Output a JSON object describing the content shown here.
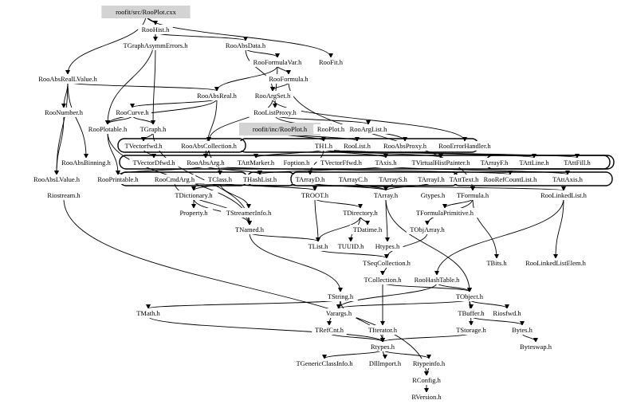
{
  "title": "Include dependency graph for roofit/src/RooPlot.cxx",
  "colors": {
    "highlight": "#d3d3d3",
    "line": "#000000",
    "background": "#ffffff"
  },
  "nodes": [
    {
      "id": "RooPlot_cxx",
      "label": "roofit/src/RooPlot.cxx",
      "highlight": true
    },
    {
      "id": "RooHist",
      "label": "RooHist.h"
    },
    {
      "id": "TGraphAsymmErrors",
      "label": "TGraphAsymmErrors.h"
    },
    {
      "id": "RooAbsData",
      "label": "RooAbsData.h"
    },
    {
      "id": "RooFormulaVar",
      "label": "RooFormulaVar.h"
    },
    {
      "id": "RooFit",
      "label": "RooFit.h"
    },
    {
      "id": "RooAbsRealLValue",
      "label": "RooAbsRealLValue.h"
    },
    {
      "id": "RooFormula",
      "label": "RooFormula.h"
    },
    {
      "id": "RooAbsReal",
      "label": "RooAbsReal.h"
    },
    {
      "id": "RooArgSet",
      "label": "RooArgSet.h"
    },
    {
      "id": "RooNumber",
      "label": "RooNumber.h"
    },
    {
      "id": "RooCurve",
      "label": "RooCurve.h"
    },
    {
      "id": "RooListProxy",
      "label": "RooListProxy.h"
    },
    {
      "id": "RooPlotable",
      "label": "RooPlotable.h"
    },
    {
      "id": "TGraph",
      "label": "TGraph.h"
    },
    {
      "id": "RooPlot_inc",
      "label": "roofit/inc/RooPlot.h",
      "highlight": true
    },
    {
      "id": "RooPlot",
      "label": "RooPlot.h"
    },
    {
      "id": "RooArgList",
      "label": "RooArgList.h"
    },
    {
      "id": "TVectorfwd",
      "label": "TVectorfwd.h"
    },
    {
      "id": "RooAbsCollection",
      "label": "RooAbsCollection.h"
    },
    {
      "id": "TH1",
      "label": "TH1.h"
    },
    {
      "id": "RooList",
      "label": "RooList.h"
    },
    {
      "id": "RooAbsProxy",
      "label": "RooAbsProxy.h"
    },
    {
      "id": "RooErrorHandler",
      "label": "RooErrorHandler.h"
    },
    {
      "id": "RooAbsBinning",
      "label": "RooAbsBinning.h"
    },
    {
      "id": "TVectorDfwd",
      "label": "TVectorDfwd.h"
    },
    {
      "id": "RooAbsArg",
      "label": "RooAbsArg.h"
    },
    {
      "id": "TAttMarker",
      "label": "TAttMarker.h"
    },
    {
      "id": "Foption",
      "label": "Foption.h"
    },
    {
      "id": "TVectorFfwd",
      "label": "TVectorFfwd.h"
    },
    {
      "id": "TAxis",
      "label": "TAxis.h"
    },
    {
      "id": "TVirtualHistPainter",
      "label": "TVirtualHistPainter.h"
    },
    {
      "id": "TArrayF",
      "label": "TArrayF.h"
    },
    {
      "id": "TAttLine",
      "label": "TAttLine.h"
    },
    {
      "id": "TAttFill",
      "label": "TAttFill.h"
    },
    {
      "id": "RooAbsLValue",
      "label": "RooAbsLValue.h"
    },
    {
      "id": "RooPrintable",
      "label": "RooPrintable.h"
    },
    {
      "id": "RooCmdArg",
      "label": "RooCmdArg.h"
    },
    {
      "id": "TClass",
      "label": "TClass.h"
    },
    {
      "id": "THashList",
      "label": "THashList.h"
    },
    {
      "id": "TArrayD",
      "label": "TArrayD.h"
    },
    {
      "id": "TArrayC",
      "label": "TArrayC.h"
    },
    {
      "id": "TArrayS",
      "label": "TArrayS.h"
    },
    {
      "id": "TArrayI",
      "label": "TArrayI.h"
    },
    {
      "id": "TAttText",
      "label": "TAttText.h"
    },
    {
      "id": "RooRefCountList",
      "label": "RooRefCountList.h"
    },
    {
      "id": "TAttAxis",
      "label": "TAttAxis.h"
    },
    {
      "id": "Riostream",
      "label": "Riostream.h"
    },
    {
      "id": "TDictionary",
      "label": "TDictionary.h"
    },
    {
      "id": "TROOT",
      "label": "TROOT.h"
    },
    {
      "id": "TArray",
      "label": "TArray.h"
    },
    {
      "id": "Gtypes",
      "label": "Gtypes.h"
    },
    {
      "id": "TFormula",
      "label": "TFormula.h"
    },
    {
      "id": "RooLinkedList",
      "label": "RooLinkedList.h"
    },
    {
      "id": "Property",
      "label": "Property.h"
    },
    {
      "id": "TStreamerInfo",
      "label": "TStreamerInfo.h"
    },
    {
      "id": "TDirectory",
      "label": "TDirectory.h"
    },
    {
      "id": "TFormulaPrimitive",
      "label": "TFormulaPrimitive.h"
    },
    {
      "id": "TNamed",
      "label": "TNamed.h"
    },
    {
      "id": "TDatime",
      "label": "TDatime.h"
    },
    {
      "id": "TObjArray",
      "label": "TObjArray.h"
    },
    {
      "id": "TList",
      "label": "TList.h"
    },
    {
      "id": "TUUID",
      "label": "TUUID.h"
    },
    {
      "id": "Htypes",
      "label": "Htypes.h"
    },
    {
      "id": "TSeqCollection",
      "label": "TSeqCollection.h"
    },
    {
      "id": "TBits",
      "label": "TBits.h"
    },
    {
      "id": "RooLinkedListElem",
      "label": "RooLinkedListElem.h"
    },
    {
      "id": "TCollection",
      "label": "TCollection.h"
    },
    {
      "id": "RooHashTable",
      "label": "RooHashTable.h"
    },
    {
      "id": "TString",
      "label": "TString.h"
    },
    {
      "id": "TObject",
      "label": "TObject.h"
    },
    {
      "id": "TMath",
      "label": "TMath.h"
    },
    {
      "id": "Varargs",
      "label": "Varargs.h"
    },
    {
      "id": "TBuffer",
      "label": "TBuffer.h"
    },
    {
      "id": "Riosfwd",
      "label": "Riosfwd.h"
    },
    {
      "id": "TRefCnt",
      "label": "TRefCnt.h"
    },
    {
      "id": "TIterator",
      "label": "TIterator.h"
    },
    {
      "id": "TStorage",
      "label": "TStorage.h"
    },
    {
      "id": "Bytes",
      "label": "Bytes.h"
    },
    {
      "id": "Rtypes",
      "label": "Rtypes.h"
    },
    {
      "id": "Byteswap",
      "label": "Byteswap.h"
    },
    {
      "id": "TGenericClassInfo",
      "label": "TGenericClassInfo.h"
    },
    {
      "id": "DllImport",
      "label": "DllImport.h"
    },
    {
      "id": "Rtypeinfo",
      "label": "Rtypeinfo.h"
    },
    {
      "id": "RConfig",
      "label": "RConfig.h"
    },
    {
      "id": "RVersion",
      "label": "RVersion.h"
    }
  ],
  "edges": [
    [
      "RooPlot_cxx",
      "RooHist"
    ],
    [
      "RooPlot_cxx",
      "RooFit"
    ],
    [
      "RooPlot_cxx",
      "RooAbsRealLValue"
    ],
    [
      "RooHist",
      "TGraphAsymmErrors"
    ],
    [
      "RooHist",
      "RooAbsData"
    ],
    [
      "RooHist",
      "RooPlotable"
    ],
    [
      "TGraphAsymmErrors",
      "TGraph"
    ],
    [
      "RooAbsData",
      "RooFormulaVar"
    ],
    [
      "RooAbsData",
      "RooArgSet"
    ],
    [
      "RooFormulaVar",
      "RooFormula"
    ],
    [
      "RooFormulaVar",
      "RooAbsReal"
    ],
    [
      "RooFormulaVar",
      "RooListProxy"
    ],
    [
      "RooFormula",
      "RooArgSet"
    ],
    [
      "RooFormula",
      "TFormula"
    ],
    [
      "RooAbsRealLValue",
      "RooAbsReal"
    ],
    [
      "RooAbsRealLValue",
      "RooNumber"
    ],
    [
      "RooAbsRealLValue",
      "RooAbsLValue"
    ],
    [
      "RooAbsRealLValue",
      "RooAbsBinning"
    ],
    [
      "RooAbsReal",
      "RooCurve"
    ],
    [
      "RooAbsReal",
      "RooAbsArg"
    ],
    [
      "RooAbsReal",
      "RooPlotable"
    ],
    [
      "RooArgSet",
      "RooAbsCollection"
    ],
    [
      "RooArgSet",
      "RooErrorHandler"
    ],
    [
      "RooCurve",
      "TGraph"
    ],
    [
      "RooCurve",
      "RooPlotable"
    ],
    [
      "RooListProxy",
      "RooArgList"
    ],
    [
      "RooListProxy",
      "RooAbsProxy"
    ],
    [
      "RooPlot_inc",
      "RooPlot"
    ],
    [
      "RooPlot_inc",
      "TH1"
    ],
    [
      "RooPlot_inc",
      "RooList"
    ],
    [
      "RooPlotable",
      "RooPrintable"
    ],
    [
      "RooPlotable",
      "TNamed"
    ],
    [
      "TGraph",
      "TVectorfwd"
    ],
    [
      "TGraph",
      "TNamed"
    ],
    [
      "TVectorfwd",
      "TVectorDfwd"
    ],
    [
      "RooAbsCollection",
      "RooAbsArg"
    ],
    [
      "RooAbsCollection",
      "TClass"
    ],
    [
      "TH1",
      "TAxis"
    ],
    [
      "TH1",
      "TAttMarker"
    ],
    [
      "TH1",
      "TArrayD"
    ],
    [
      "TH1",
      "TVirtualHistPainter"
    ],
    [
      "TH1",
      "TAttLine"
    ],
    [
      "TH1",
      "TAttFill"
    ],
    [
      "TAxis",
      "TAttAxis"
    ],
    [
      "TAxis",
      "THashList"
    ],
    [
      "RooAbsArg",
      "RooRefCountList"
    ],
    [
      "RooAbsArg",
      "THashList"
    ],
    [
      "RooAbsArg",
      "RooPrintable"
    ],
    [
      "RooCmdArg",
      "TNamed"
    ],
    [
      "RooCmdArg",
      "RooLinkedList"
    ],
    [
      "TClass",
      "TDictionary"
    ],
    [
      "TClass",
      "TStreamerInfo"
    ],
    [
      "TClass",
      "TROOT"
    ],
    [
      "TDictionary",
      "Property"
    ],
    [
      "TDictionary",
      "TNamed"
    ],
    [
      "TStreamerInfo",
      "TNamed"
    ],
    [
      "TROOT",
      "TDirectory"
    ],
    [
      "TROOT",
      "TList"
    ],
    [
      "TArrayD",
      "TArray"
    ],
    [
      "TArrayC",
      "TArray"
    ],
    [
      "TArrayS",
      "TArray"
    ],
    [
      "TArrayI",
      "TArray"
    ],
    [
      "TArray",
      "TObject"
    ],
    [
      "TArray",
      "Htypes"
    ],
    [
      "TFormula",
      "TFormulaPrimitive"
    ],
    [
      "TFormula",
      "TBits"
    ],
    [
      "TFormula",
      "TObjArray"
    ],
    [
      "RooLinkedList",
      "RooLinkedListElem"
    ],
    [
      "RooLinkedList",
      "RooHashTable"
    ],
    [
      "TDirectory",
      "TDatime"
    ],
    [
      "TDirectory",
      "TUUID"
    ],
    [
      "TDirectory",
      "TList"
    ],
    [
      "TObjArray",
      "TSeqCollection"
    ],
    [
      "TList",
      "TSeqCollection"
    ],
    [
      "TSeqCollection",
      "TCollection"
    ],
    [
      "TCollection",
      "TIterator"
    ],
    [
      "TCollection",
      "TObject"
    ],
    [
      "RooHashTable",
      "TObject"
    ],
    [
      "RooHashTable",
      "Varargs"
    ],
    [
      "TNamed",
      "TString"
    ],
    [
      "TNamed",
      "TList"
    ],
    [
      "TString",
      "TRefCnt"
    ],
    [
      "TString",
      "TMath"
    ],
    [
      "TString",
      "Rtypes"
    ],
    [
      "TObject",
      "TBuffer"
    ],
    [
      "TObject",
      "Riosfwd"
    ],
    [
      "TObject",
      "TStorage"
    ],
    [
      "TObject",
      "Varargs"
    ],
    [
      "TBuffer",
      "Bytes"
    ],
    [
      "TStorage",
      "Rtypes"
    ],
    [
      "Bytes",
      "Byteswap"
    ],
    [
      "TRefCnt",
      "Rtypes"
    ],
    [
      "TIterator",
      "Rtypes"
    ],
    [
      "TMath",
      "Rtypes"
    ],
    [
      "Rtypes",
      "TGenericClassInfo"
    ],
    [
      "Rtypes",
      "DllImport"
    ],
    [
      "Rtypes",
      "Rtypeinfo"
    ],
    [
      "Rtypeinfo",
      "RConfig"
    ],
    [
      "RConfig",
      "RVersion"
    ],
    [
      "Riostream",
      "RConfig"
    ],
    [
      "RooNumber",
      "RooAbsLValue"
    ]
  ]
}
